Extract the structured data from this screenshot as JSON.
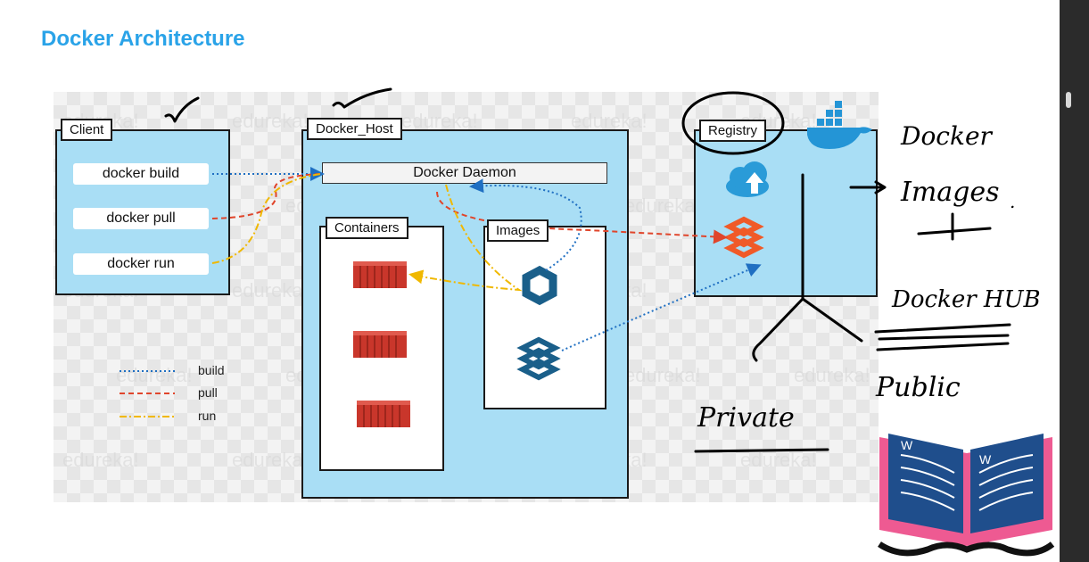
{
  "title": "Docker Architecture",
  "client": {
    "tab": "Client",
    "commands": [
      "docker build",
      "docker pull",
      "docker run"
    ]
  },
  "host": {
    "tab": "Docker_Host",
    "daemon": "Docker Daemon",
    "containers_tab": "Containers",
    "images_tab": "Images"
  },
  "registry": {
    "tab": "Registry"
  },
  "legend": [
    {
      "label": "build",
      "color": "#1f6fc2",
      "style": "dotted"
    },
    {
      "label": "pull",
      "color": "#e0452b",
      "style": "dashed"
    },
    {
      "label": "run",
      "color": "#f0b800",
      "style": "dash-dot"
    }
  ],
  "watermark": "edureka!",
  "annotations": {
    "docker": "Docker",
    "images": "Images",
    "docker_hub": "Docker HUB",
    "public": "Public",
    "private": "Private"
  },
  "colors": {
    "title": "#2aa3e8",
    "panel": "#a9def5",
    "container": "#c9362b",
    "image_icon": "#1a5f8a",
    "registry_icon": "#f05a28",
    "upload_icon": "#2a9bd8"
  },
  "icons": [
    "checkmark-icon",
    "docker-whale-icon",
    "cloud-upload-icon",
    "registry-stack-icon",
    "image-hexagon-icon",
    "image-stack-icon",
    "shipping-container-icon",
    "open-book-logo"
  ]
}
